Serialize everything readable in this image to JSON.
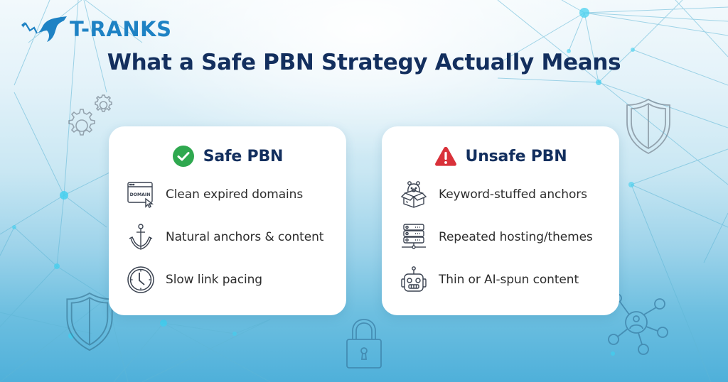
{
  "brand": {
    "logo_text": "T-RANKS",
    "logo_icon": "shark-trend-arrow-icon",
    "color": "#1e82c4"
  },
  "title": "What a Safe PBN Strategy Actually Means",
  "colors": {
    "title": "#132f5e",
    "safe_check": "#2fa84f",
    "unsafe_warning": "#d9313a",
    "item_text": "#2d2d2d",
    "icon_stroke": "#3a4250",
    "card_bg": "#ffffff"
  },
  "cards": [
    {
      "id": "safe",
      "heading": "Safe PBN",
      "heading_icon": "check-circle-icon",
      "items": [
        {
          "icon": "domain-browser-cursor-icon",
          "icon_label": "DOMAIN",
          "text": "Clean expired domains"
        },
        {
          "icon": "anchor-icon",
          "text": "Natural anchors & content"
        },
        {
          "icon": "clock-icon",
          "text": "Slow link pacing"
        }
      ]
    },
    {
      "id": "unsafe",
      "heading": "Unsafe PBN",
      "heading_icon": "warning-triangle-icon",
      "items": [
        {
          "icon": "bear-in-box-icon",
          "text": "Keyword-stuffed anchors"
        },
        {
          "icon": "server-rack-icon",
          "text": "Repeated hosting/themes"
        },
        {
          "icon": "robot-icon",
          "text": "Thin or AI-spun content"
        }
      ]
    }
  ],
  "decorations": [
    "gears-icon",
    "shield-icon",
    "shield-icon",
    "padlock-icon",
    "user-network-icon"
  ]
}
